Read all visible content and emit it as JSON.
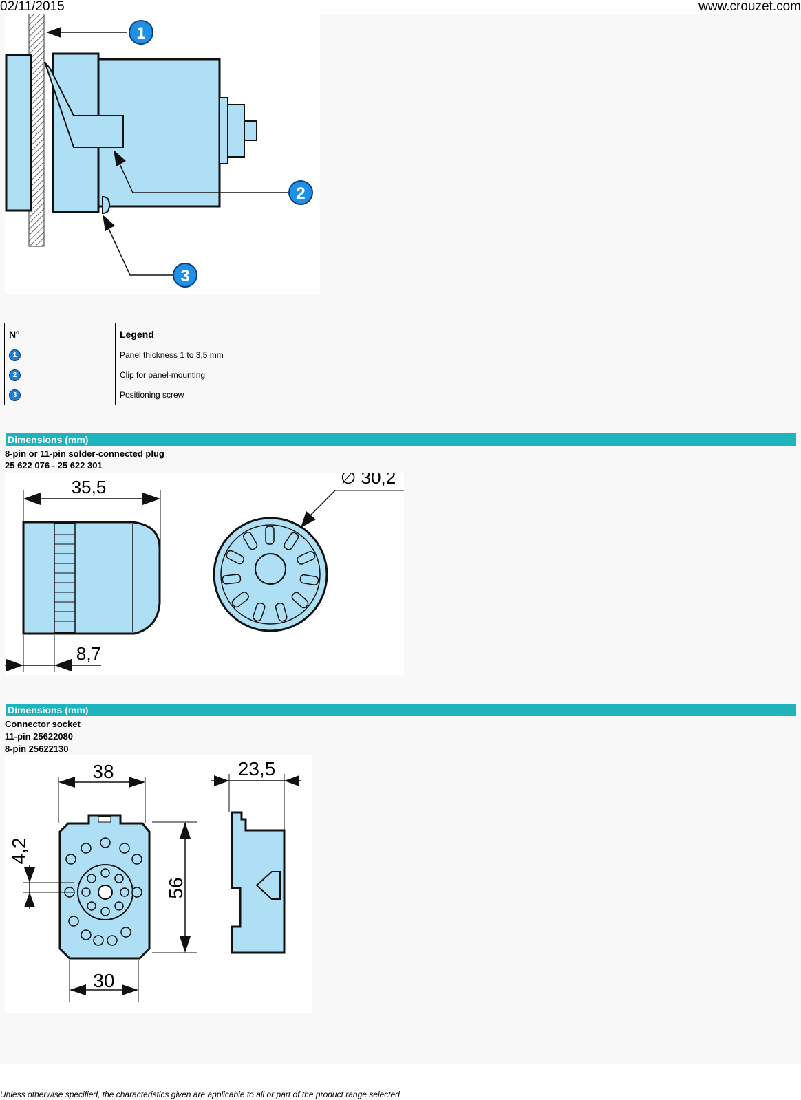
{
  "header": {
    "date": "02/11/2015",
    "site": "www.crouzet.com"
  },
  "mounting_figure": {
    "callouts": [
      "1",
      "2",
      "3"
    ],
    "fill_color": "#aedff5"
  },
  "legend_table": {
    "headers": [
      "Nº",
      "Legend"
    ],
    "rows": [
      {
        "no": "1",
        "legend": "Panel thickness 1 to 3,5 mm"
      },
      {
        "no": "2",
        "legend": "Clip for panel-mounting"
      },
      {
        "no": "3",
        "legend": "Positioning screw"
      }
    ]
  },
  "section_plug": {
    "title": "Dimensions (mm)",
    "subtitle": "8-pin or 11-pin solder-connected plug",
    "refs": "25 622 076 - 25 622 301",
    "dims": {
      "length": "35,5",
      "collar": "8,7",
      "diameter": "∅ 30,2"
    }
  },
  "section_socket": {
    "title": "Dimensions (mm)",
    "subtitle": "Connector socket",
    "line1": "11-pin 25622080",
    "line2": "8-pin 25622130",
    "dims": {
      "width": "38",
      "depth": "23,5",
      "height": "56",
      "offset": "4,2",
      "base": "30"
    }
  },
  "footer": "Unless otherwise specified, the characteristics given are applicable to all or part of the product range selected",
  "colors": {
    "accent": "#1eb4bd",
    "part_fill": "#aedff5"
  }
}
